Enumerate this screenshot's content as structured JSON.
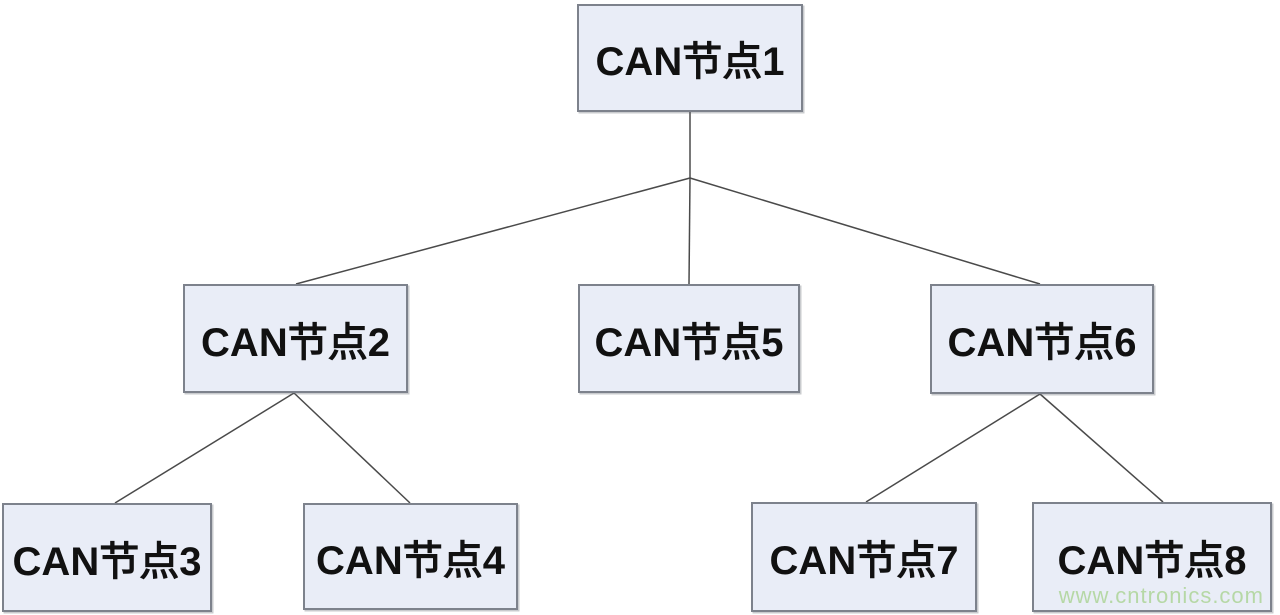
{
  "diagram": {
    "type": "tree",
    "nodes": [
      {
        "id": "node1",
        "label": "CAN节点1",
        "level": 1
      },
      {
        "id": "node2",
        "label": "CAN节点2",
        "level": 2
      },
      {
        "id": "node3",
        "label": "CAN节点3",
        "level": 3
      },
      {
        "id": "node4",
        "label": "CAN节点4",
        "level": 3
      },
      {
        "id": "node5",
        "label": "CAN节点5",
        "level": 2
      },
      {
        "id": "node6",
        "label": "CAN节点6",
        "level": 2
      },
      {
        "id": "node7",
        "label": "CAN节点7",
        "level": 3
      },
      {
        "id": "node8",
        "label": "CAN节点8",
        "level": 3
      }
    ],
    "edges": [
      [
        "node1",
        "node2"
      ],
      [
        "node1",
        "node5"
      ],
      [
        "node1",
        "node6"
      ],
      [
        "node2",
        "node3"
      ],
      [
        "node2",
        "node4"
      ],
      [
        "node6",
        "node7"
      ],
      [
        "node6",
        "node8"
      ]
    ]
  },
  "watermark": {
    "text": "www.cntronics.com"
  },
  "colors": {
    "background": "#ffffff",
    "node_fill": "#e9edf7",
    "node_border": "#7d828c",
    "node_text": "#111111",
    "connector_line": "#4a4a4a",
    "watermark_text": "#b6d8a6"
  }
}
